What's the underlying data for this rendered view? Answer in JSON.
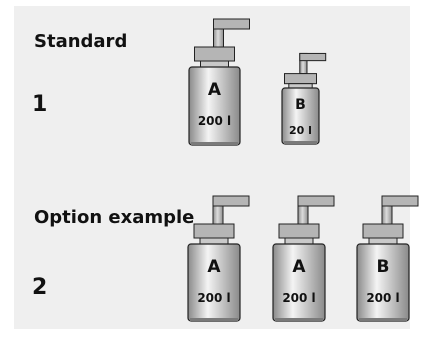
{
  "sections": [
    {
      "label": "Standard",
      "number": "1",
      "tanks": [
        {
          "letter": "A",
          "volume": "200 l"
        },
        {
          "letter": "B",
          "volume": "20 l"
        }
      ]
    },
    {
      "label": "Option example",
      "number": "2",
      "tanks": [
        {
          "letter": "A",
          "volume": "200 l"
        },
        {
          "letter": "A",
          "volume": "200 l"
        },
        {
          "letter": "B",
          "volume": "200 l"
        }
      ]
    }
  ],
  "colors": {
    "panel": "#efefef",
    "tank_light": "#f4f4f4",
    "tank_dark": "#8a8a8a",
    "pipe": "#b5b5b5",
    "outline": "#222222"
  }
}
